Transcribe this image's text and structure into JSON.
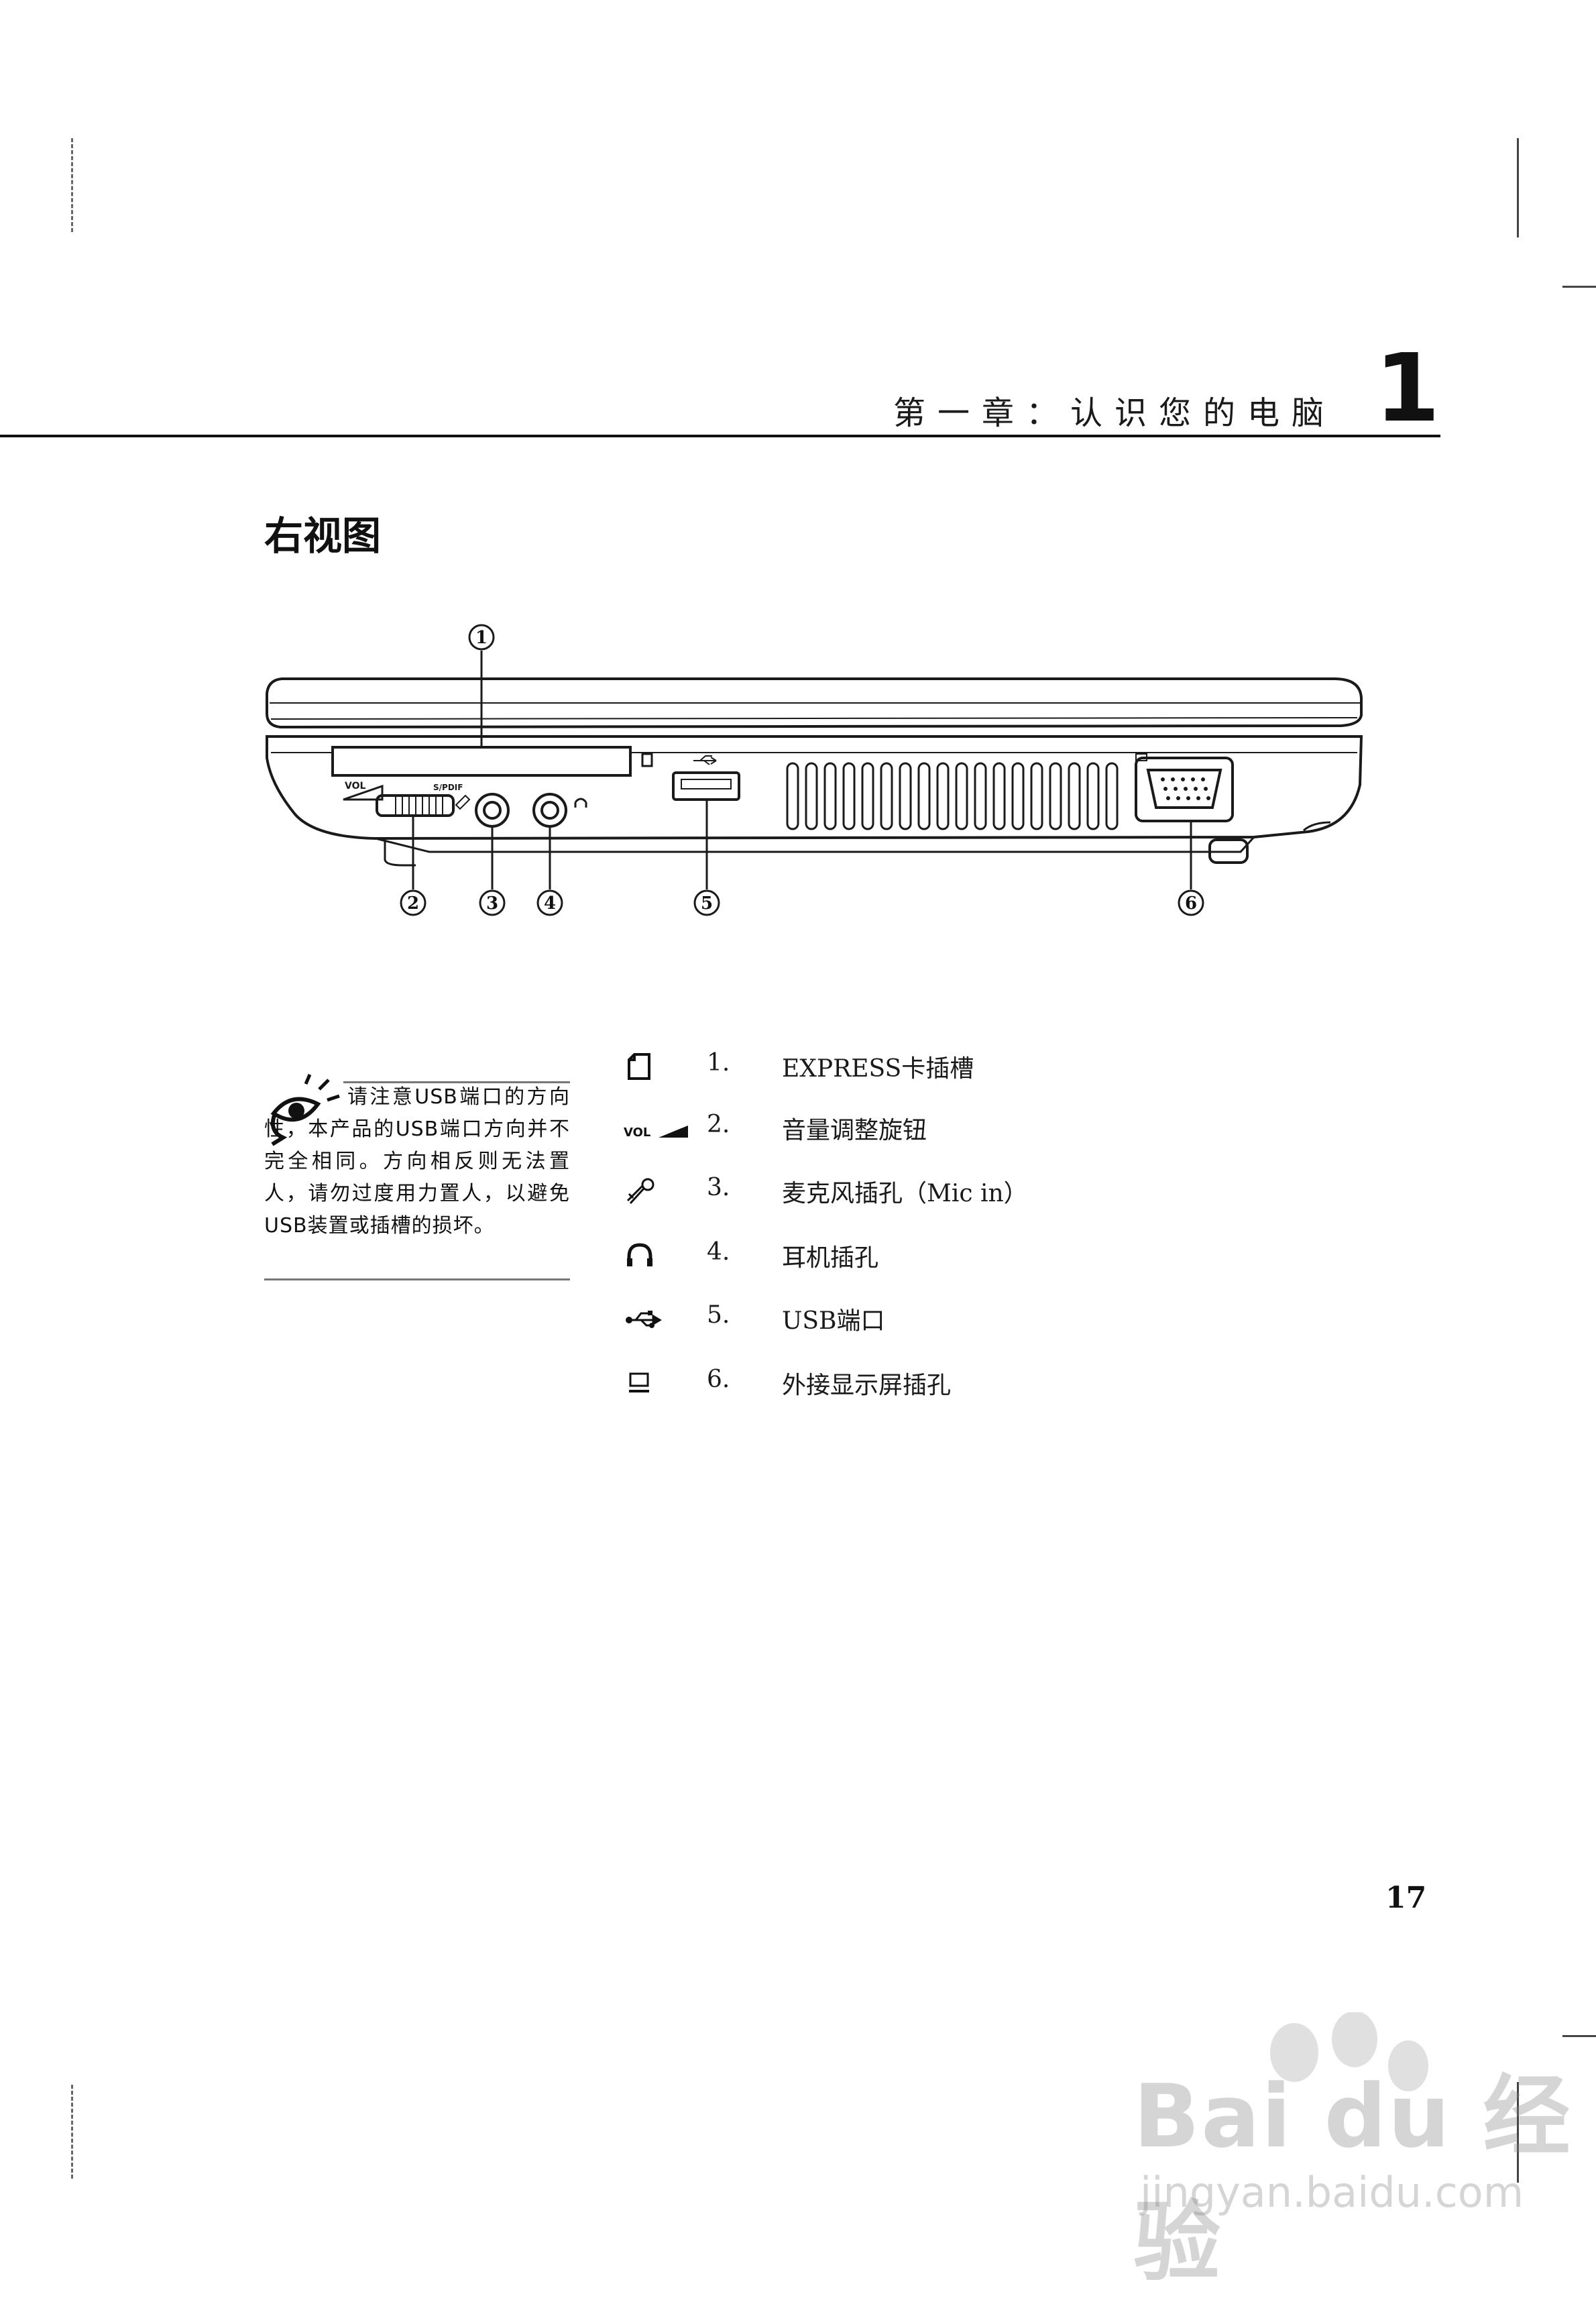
{
  "header": {
    "chapter_title": "第一章：认识您的电脑",
    "chapter_number": "1"
  },
  "section": {
    "title": "右视图"
  },
  "diagram": {
    "callouts": [
      "1",
      "2",
      "3",
      "4",
      "5",
      "6"
    ],
    "panel_labels": {
      "vol": "VOL",
      "spdif": "S/PDIF"
    }
  },
  "note": {
    "icon": "eye-note-icon",
    "text": "请注意USB端口的方向性，本产品的USB端口方向并不完全相同。方向相反则无法置人，请勿过度用力置人，以避免USB装置或插槽的损坏。"
  },
  "items": [
    {
      "icon": "expresscard-icon",
      "number": "1.",
      "label": "EXPRESS卡插槽"
    },
    {
      "icon": "volume-icon",
      "icon_text": "VOL",
      "number": "2.",
      "label": "音量调整旋钮"
    },
    {
      "icon": "microphone-icon",
      "number": "3.",
      "label": "麦克风插孔（Mic in）"
    },
    {
      "icon": "headphone-icon",
      "number": "4.",
      "label": "耳机插孔"
    },
    {
      "icon": "usb-icon",
      "number": "5.",
      "label": "USB端口"
    },
    {
      "icon": "monitor-icon",
      "number": "6.",
      "label": "外接显示屏插孔"
    }
  ],
  "page_number": "17",
  "watermark": {
    "brand": "Bai du 经验",
    "url": "jingyan.baidu.com"
  }
}
